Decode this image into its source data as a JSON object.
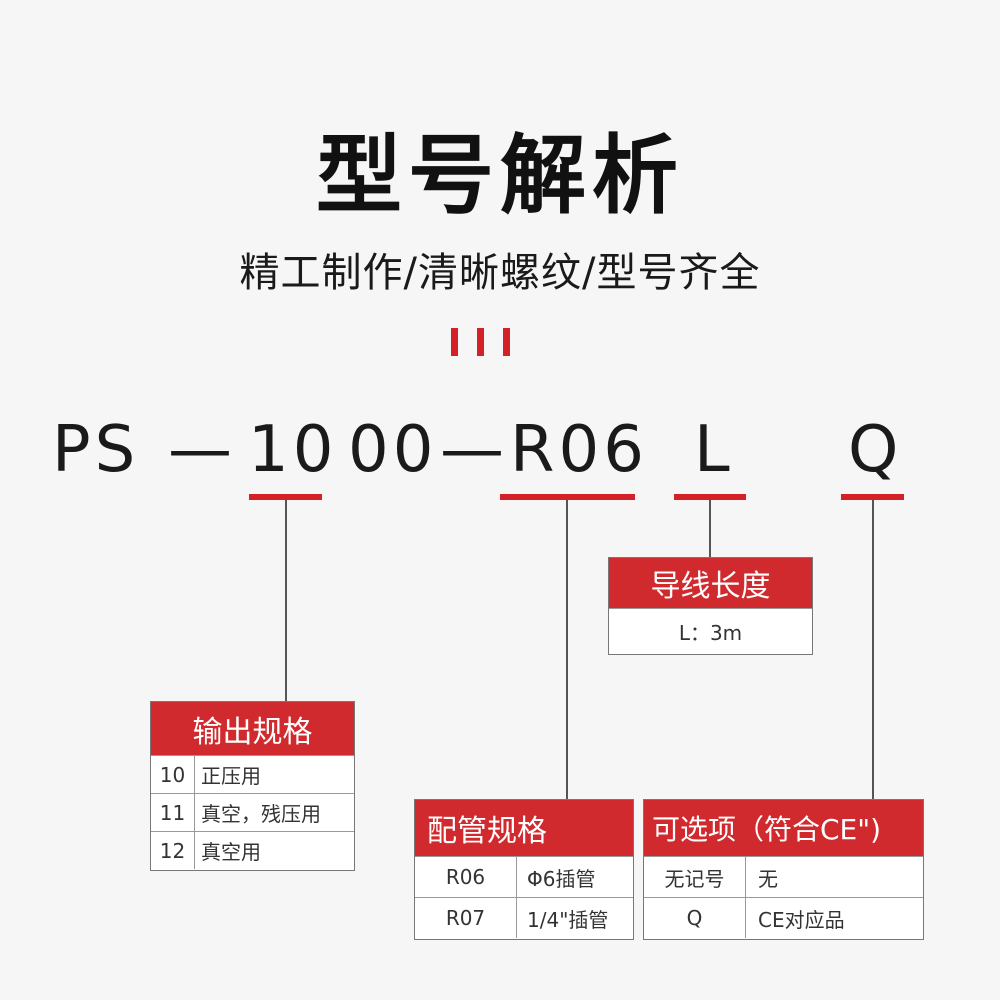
{
  "header": {
    "title": "型号解析",
    "subtitle": "精工制作/清晰螺纹/型号齐全"
  },
  "model_code": {
    "parts": [
      "PS",
      "—",
      "10",
      "00",
      "—",
      "R06",
      "L",
      "Q"
    ]
  },
  "accent_color": "#d42128",
  "boxes": {
    "output": {
      "title": "输出规格",
      "rows": [
        {
          "code": "10",
          "desc": "正压用"
        },
        {
          "code": "11",
          "desc": "真空，残压用"
        },
        {
          "code": "12",
          "desc": "真空用"
        }
      ]
    },
    "wire": {
      "title": "导线长度",
      "value": "L：3m"
    },
    "piping": {
      "title": "配管规格",
      "rows": [
        {
          "code": "R06",
          "desc": "Φ6插管"
        },
        {
          "code": "R07",
          "desc": "1/4\"插管"
        }
      ]
    },
    "options": {
      "title": "可选项（符合CE\")",
      "rows": [
        {
          "code": "无记号",
          "desc": "无"
        },
        {
          "code": "Q",
          "desc": "CE对应品"
        }
      ]
    }
  }
}
